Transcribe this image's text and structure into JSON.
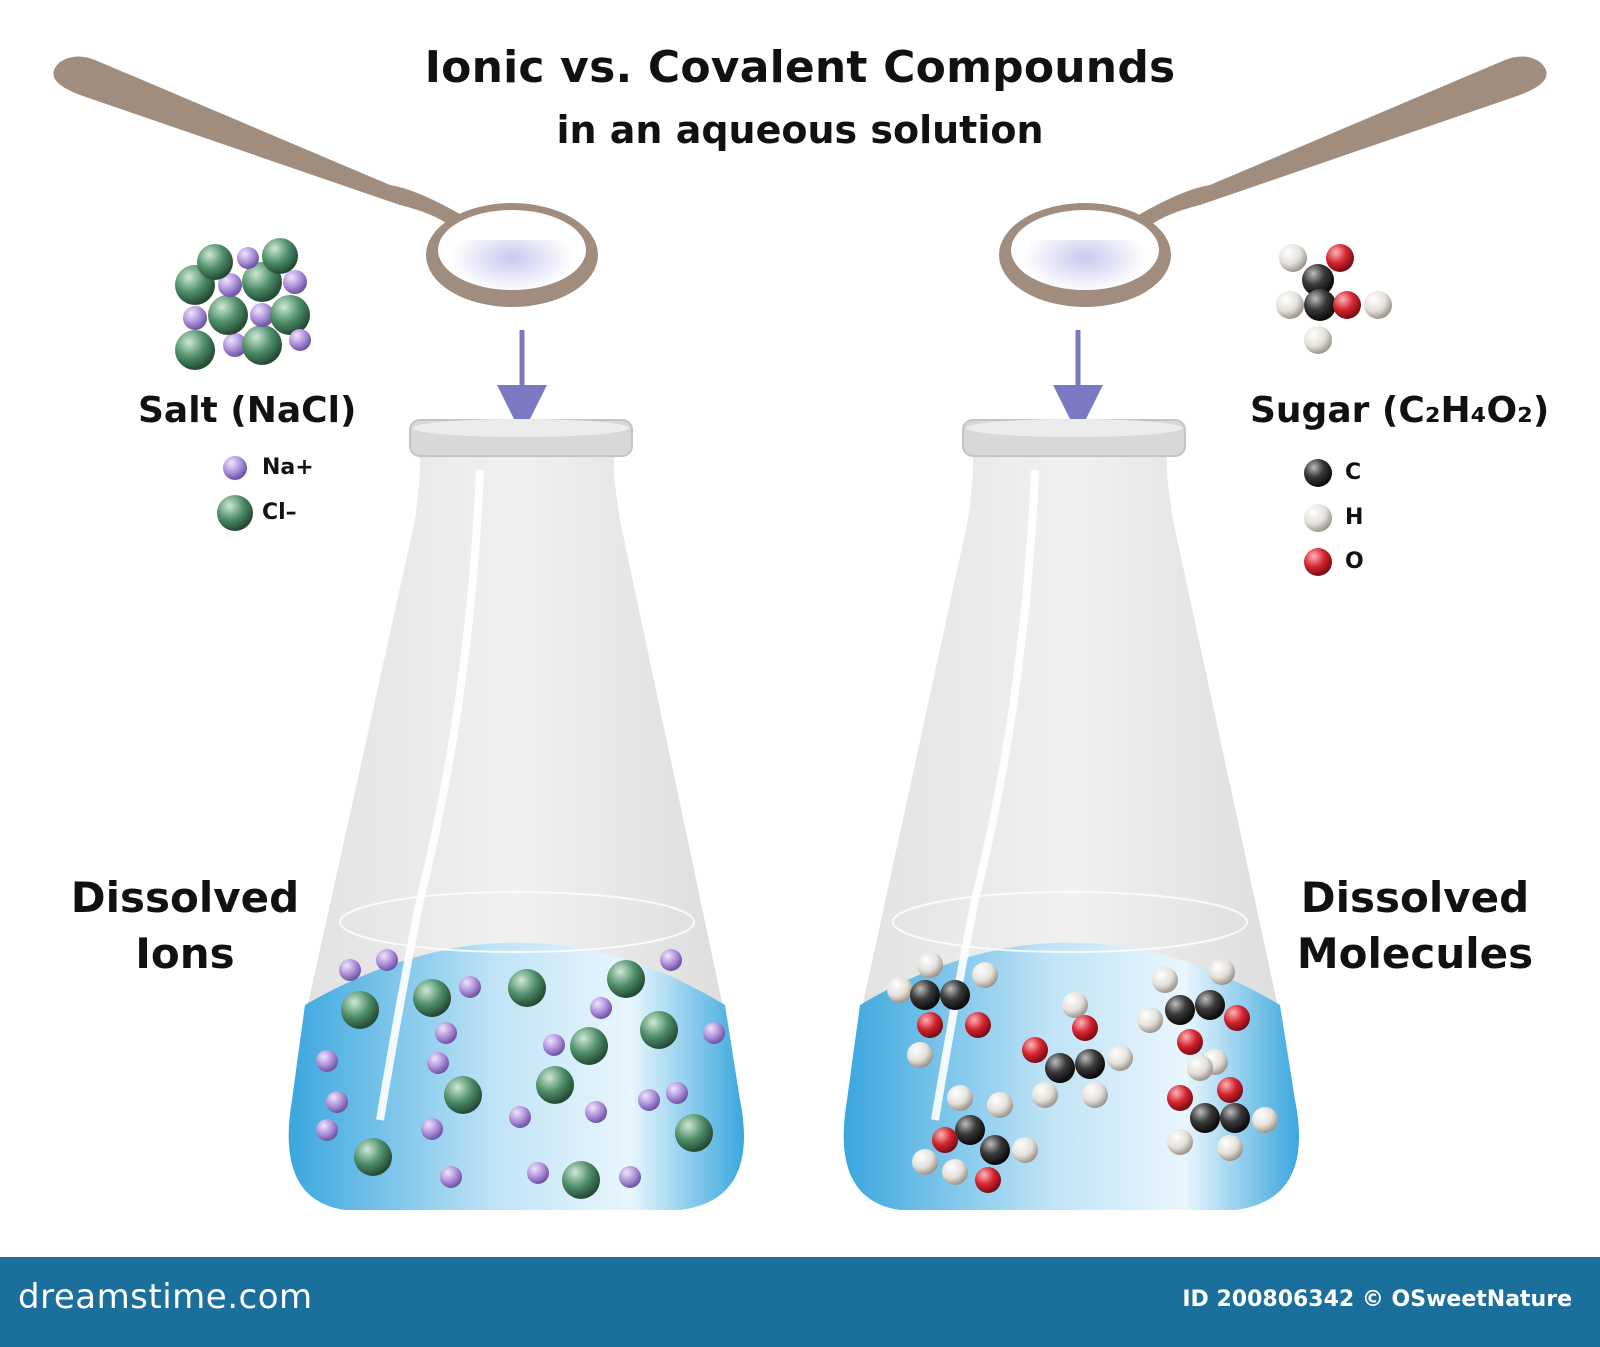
{
  "title": "Ionic vs. Covalent Compounds",
  "subtitle": "in an aqueous solution",
  "salt": {
    "title": "Salt (NaCl)",
    "legend": [
      {
        "label": "Na+",
        "color": "#a78bd4"
      },
      {
        "label": "Cl–",
        "color": "#4f8f6a"
      }
    ],
    "caption_line1": "Dissolved",
    "caption_line2": "Ions"
  },
  "sugar": {
    "title": "Sugar (C₂H₄O₂)",
    "legend": [
      {
        "label": "C",
        "color": "#2b2b2b"
      },
      {
        "label": "H",
        "color": "#e6e2dc"
      },
      {
        "label": "O",
        "color": "#d3242f"
      }
    ],
    "caption_line1": "Dissolved",
    "caption_line2": "Molecules"
  },
  "colors": {
    "spoon": "#a08d7e",
    "water": "#3aa7de",
    "arrow": "#7b78c4",
    "footer": "#1a6f9c"
  },
  "footer": {
    "brand": "dreamstime.com",
    "credit": "ID 200806342 © OSweetNature"
  }
}
